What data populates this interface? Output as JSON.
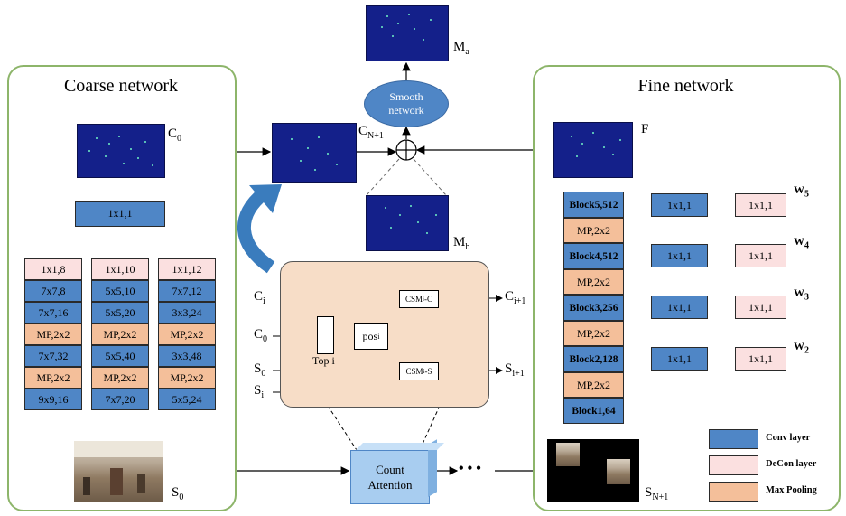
{
  "coarse": {
    "title": "Coarse network",
    "top_box": "1x1,1",
    "col1": [
      "1x1,8",
      "7x7,8",
      "7x7,16",
      "MP,2x2",
      "7x7,32",
      "MP,2x2",
      "9x9,16"
    ],
    "col2": [
      "1x1,10",
      "5x5,10",
      "5x5,20",
      "MP,2x2",
      "5x5,40",
      "MP,2x2",
      "7x7,20"
    ],
    "col3": [
      "1x1,12",
      "7x7,12",
      "3x3,24",
      "MP,2x2",
      "3x3,48",
      "MP,2x2",
      "5x5,24"
    ]
  },
  "fine": {
    "title": "Fine network",
    "blocks": [
      "Block5,512",
      "MP,2x2",
      "Block4,512",
      "MP,2x2",
      "Block3,256",
      "MP,2x2",
      "Block2,128",
      "MP,2x2",
      "Block1,64"
    ],
    "conv_label": "1x1,1",
    "decon_label": "1x1,1"
  },
  "labels": {
    "C": "C",
    "C0_sub": "0",
    "CN": "C",
    "CN_sub": "N+1",
    "F": "F",
    "M": "M",
    "Ma_sub": "a",
    "Mb_sub": "b",
    "S": "S",
    "S0_sub": "0",
    "SN_sub": "N+1",
    "W": "W",
    "w5": "5",
    "w4": "4",
    "w3": "3",
    "w2": "2"
  },
  "smooth": {
    "line1": "Smooth",
    "line2": "network"
  },
  "attention": {
    "Ci": "C",
    "Ci_sub": "i",
    "C0": "C",
    "C0_sub": "0",
    "S0": "S",
    "S0_sub": "0",
    "Si": "S",
    "Si_sub": "i",
    "Cout": "C",
    "Cout_sub": "i+1",
    "Sout": "S",
    "Sout_sub": "i+1",
    "topi": "Top i",
    "pos": "pos",
    "pos_sub": "i",
    "csm_c": "CSM",
    "csm_c_sub": "i",
    "csm_c_tail": "-C",
    "csm_s": "CSM",
    "csm_s_sub": "i",
    "csm_s_tail": "-S"
  },
  "count_attention": {
    "line1": "Count",
    "line2": "Attention"
  },
  "dots": "• • •",
  "legend": [
    {
      "label": "Conv layer",
      "color": "#4f86c6"
    },
    {
      "label": "DeCon layer",
      "color": "#fbe0e0"
    },
    {
      "label": "Max Pooling",
      "color": "#f4bf9a"
    }
  ]
}
